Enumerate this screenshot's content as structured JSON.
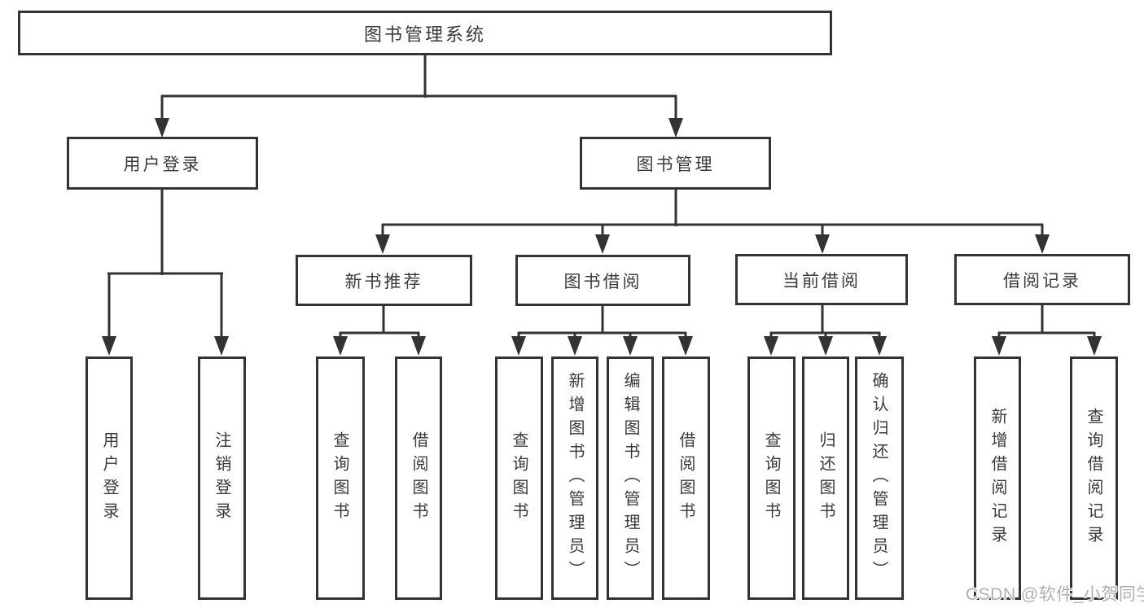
{
  "colors": {
    "line": "#333333",
    "node_text": "#3a3a3a",
    "watermark_text": "#b0b0b0",
    "background": "#ffffff"
  },
  "tree": {
    "label": "图书管理系统",
    "children": [
      {
        "label": "用户登录",
        "children": [
          {
            "label": "用户登录"
          },
          {
            "label": "注销登录"
          }
        ]
      },
      {
        "label": "图书管理",
        "children": [
          {
            "label": "新书推荐",
            "children": [
              {
                "label": "查询图书"
              },
              {
                "label": "借阅图书"
              }
            ]
          },
          {
            "label": "图书借阅",
            "children": [
              {
                "label": "查询图书"
              },
              {
                "label": "新增图书（管理员）"
              },
              {
                "label": "编辑图书（管理员）"
              },
              {
                "label": "借阅图书"
              }
            ]
          },
          {
            "label": "当前借阅",
            "children": [
              {
                "label": "查询图书"
              },
              {
                "label": "归还图书"
              },
              {
                "label": "确认归还（管理员）"
              }
            ]
          },
          {
            "label": "借阅记录",
            "children": [
              {
                "label": "新增借阅记录"
              },
              {
                "label": "查询借阅记录"
              }
            ]
          }
        ]
      }
    ]
  },
  "watermark": "CSDN @软件_小贺同学"
}
